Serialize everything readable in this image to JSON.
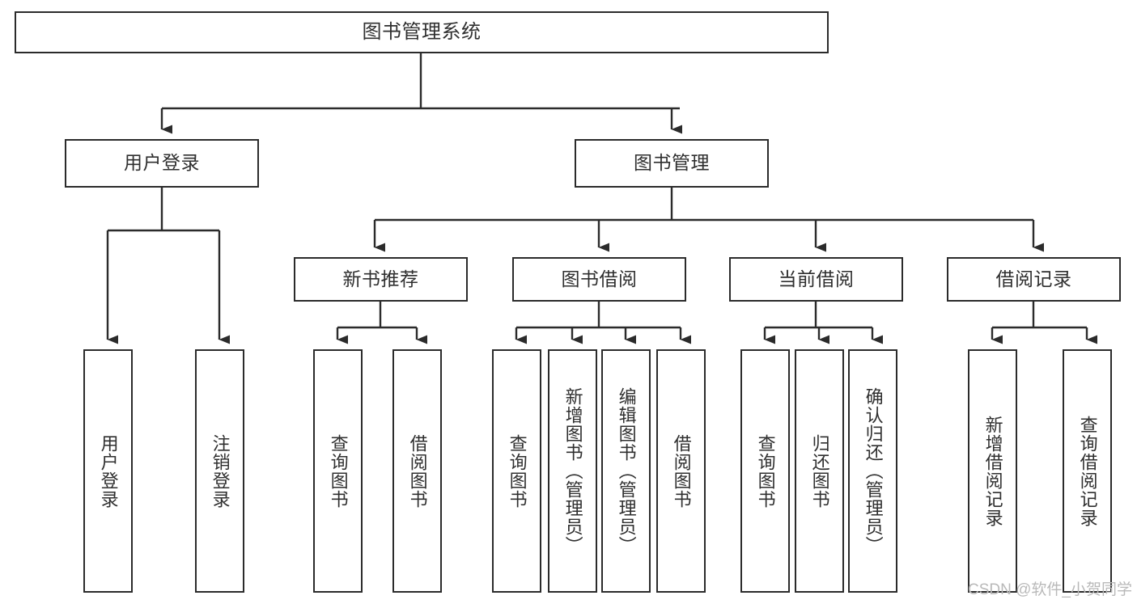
{
  "diagram": {
    "title": "图书管理系统",
    "type": "hierarchy-tree",
    "nodes": {
      "root": {
        "label": "图书管理系统"
      },
      "level2": [
        {
          "id": "user-login",
          "label": "用户登录"
        },
        {
          "id": "book-management",
          "label": "图书管理"
        }
      ],
      "level3": [
        {
          "id": "new-book-recommend",
          "label": "新书推荐"
        },
        {
          "id": "book-borrow",
          "label": "图书借阅"
        },
        {
          "id": "current-borrow",
          "label": "当前借阅"
        },
        {
          "id": "borrow-record",
          "label": "借阅记录"
        }
      ],
      "leaves": {
        "user-login": [
          {
            "id": "user-login-leaf",
            "label": "用户登录"
          },
          {
            "id": "user-logout-leaf",
            "label": "注销登录"
          }
        ],
        "new-book-recommend": [
          {
            "id": "query-book-1",
            "label": "查询图书"
          },
          {
            "id": "borrow-book-1",
            "label": "借阅图书"
          }
        ],
        "book-borrow": [
          {
            "id": "query-book-2",
            "label": "查询图书"
          },
          {
            "id": "add-book-admin",
            "label": "新增图书（管理员）"
          },
          {
            "id": "edit-book-admin",
            "label": "编辑图书（管理员）"
          },
          {
            "id": "borrow-book-2",
            "label": "借阅图书"
          }
        ],
        "current-borrow": [
          {
            "id": "query-book-3",
            "label": "查询图书"
          },
          {
            "id": "return-book",
            "label": "归还图书"
          },
          {
            "id": "confirm-return-admin",
            "label": "确认归还（管理员）"
          }
        ],
        "borrow-record": [
          {
            "id": "add-borrow-record",
            "label": "新增借阅记录"
          },
          {
            "id": "query-borrow-record",
            "label": "查询借阅记录"
          }
        ]
      }
    },
    "colors": {
      "border": "#2b2b2b",
      "text": "#2f2f2f",
      "background": "#ffffff",
      "watermark": "#b9b9b9"
    }
  },
  "watermark": {
    "text": "CSDN @软件_小贺同学"
  }
}
